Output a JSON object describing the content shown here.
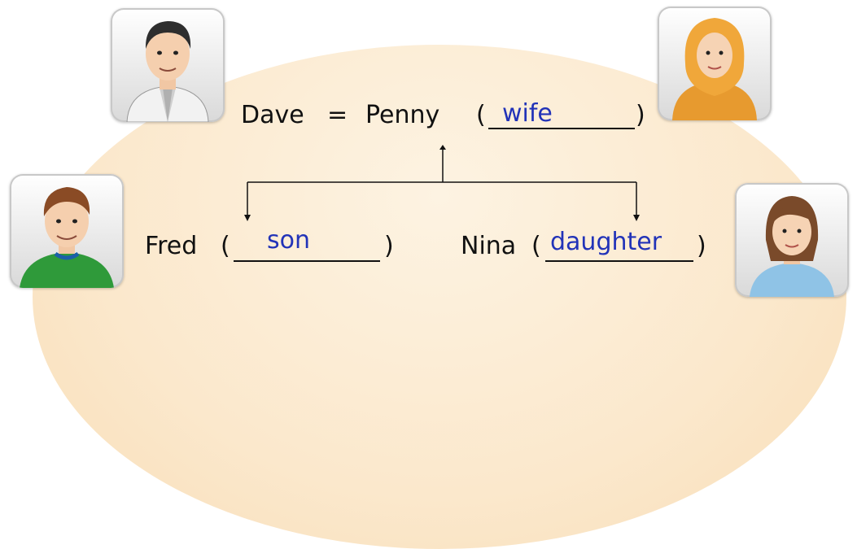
{
  "parents": {
    "father": "Dave",
    "equals": "=",
    "mother": "Penny",
    "mother_relation": "wife"
  },
  "children": [
    {
      "name": "Fred",
      "relation": "son"
    },
    {
      "name": "Nina",
      "relation": "daughter"
    }
  ],
  "punctuation": {
    "open": "(",
    "close": ")"
  },
  "colors": {
    "answer": "#2233b8",
    "background": "#fbe8cc"
  }
}
